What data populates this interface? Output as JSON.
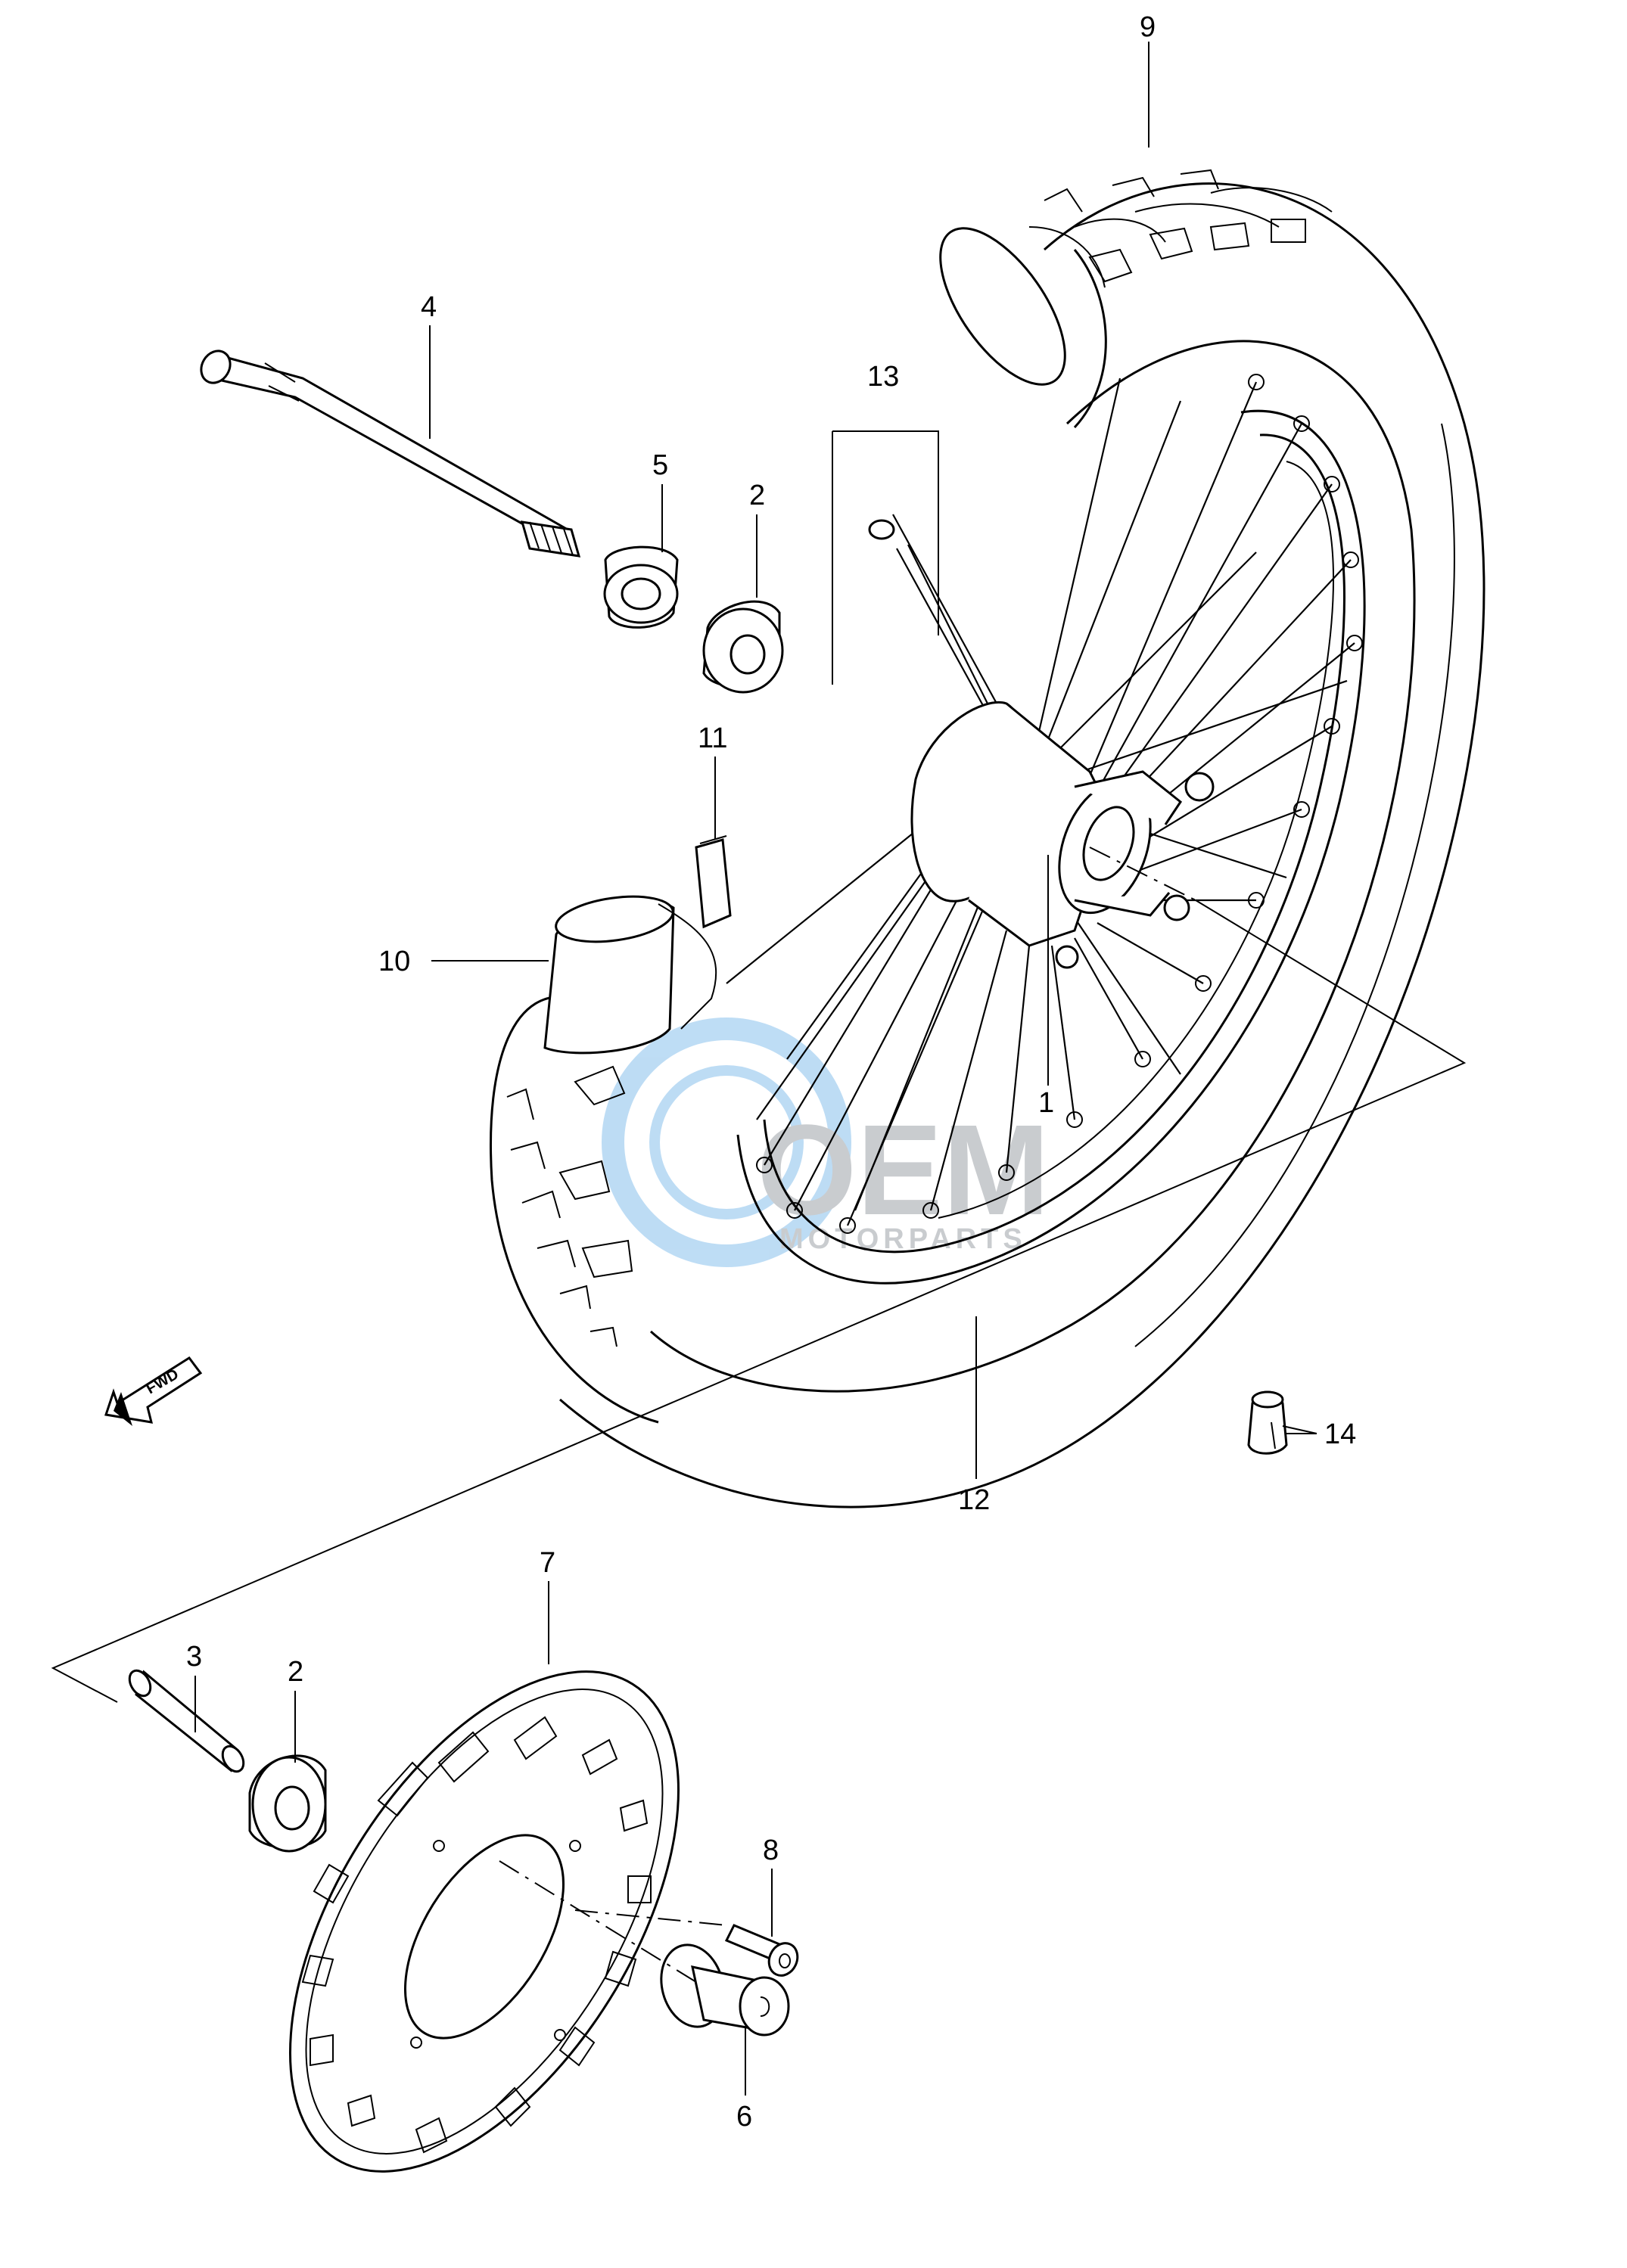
{
  "callouts": [
    {
      "id": "1",
      "label": "1"
    },
    {
      "id": "2a",
      "label": "2"
    },
    {
      "id": "2b",
      "label": "2"
    },
    {
      "id": "3",
      "label": "3"
    },
    {
      "id": "4",
      "label": "4"
    },
    {
      "id": "5",
      "label": "5"
    },
    {
      "id": "6",
      "label": "6"
    },
    {
      "id": "7",
      "label": "7"
    },
    {
      "id": "8",
      "label": "8"
    },
    {
      "id": "9",
      "label": "9"
    },
    {
      "id": "10",
      "label": "10"
    },
    {
      "id": "11",
      "label": "11"
    },
    {
      "id": "12",
      "label": "12"
    },
    {
      "id": "13",
      "label": "13"
    },
    {
      "id": "14",
      "label": "14"
    }
  ],
  "fwd_arrow": {
    "label": "FWD"
  },
  "watermark": {
    "brand": "OEM",
    "sub": "MOTORPARTS",
    "color": "#6fb3e8"
  }
}
